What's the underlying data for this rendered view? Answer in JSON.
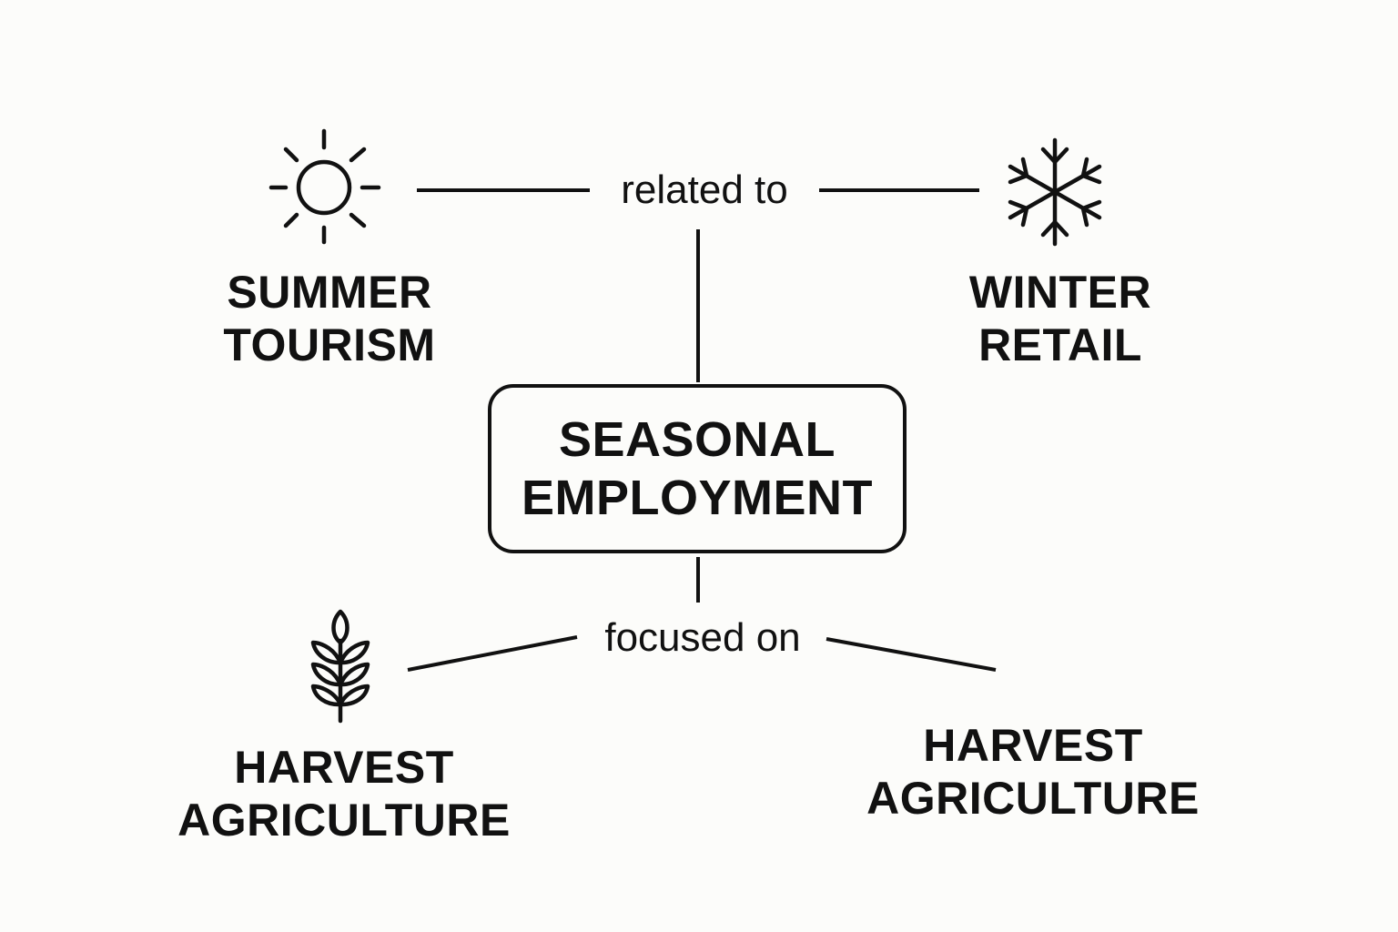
{
  "center": {
    "line1": "SEASONAL",
    "line2": "EMPLOYMENT"
  },
  "edges": {
    "top_label": "related to",
    "bottom_label": "focused on"
  },
  "nodes": {
    "summer": {
      "line1": "SUMMER",
      "line2": "TOURISM",
      "icon": "sun-icon"
    },
    "winter": {
      "line1": "WINTER",
      "line2": "RETAIL",
      "icon": "snowflake-icon"
    },
    "harvest_left": {
      "line1": "HARVEST",
      "line2": "AGRICULTURE",
      "icon": "wheat-icon"
    },
    "harvest_right": {
      "line1": "HARVEST",
      "line2": "AGRICULTURE"
    }
  },
  "colors": {
    "background": "#fcfcfa",
    "ink": "#111111"
  }
}
